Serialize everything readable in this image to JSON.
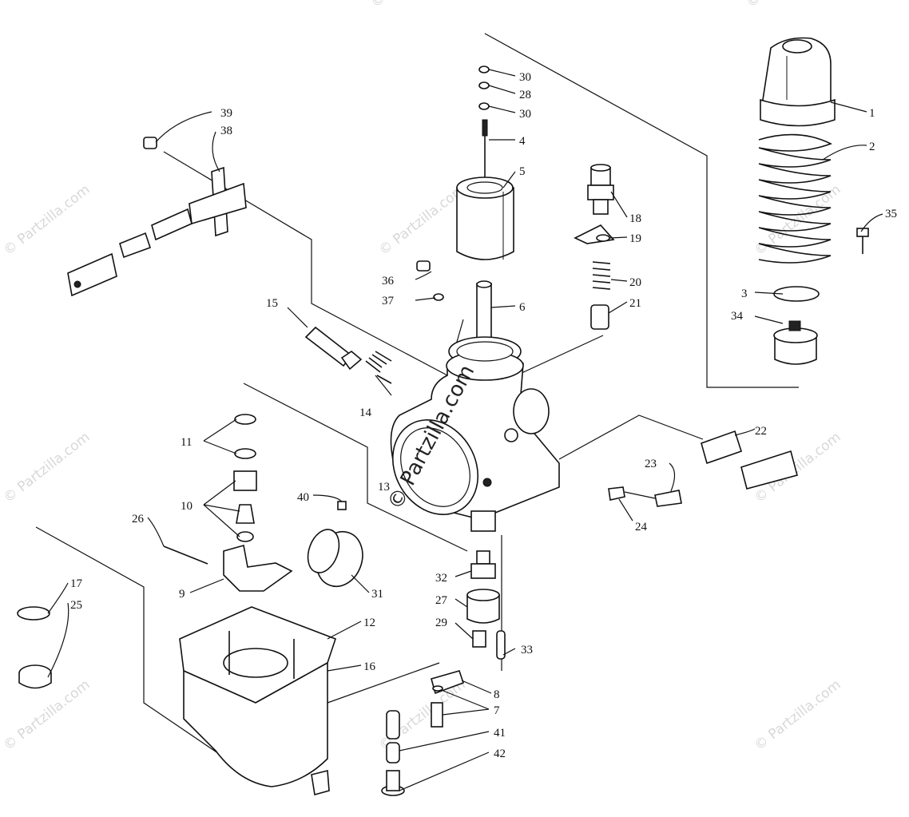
{
  "watermark": {
    "text": "© Partzilla.com",
    "center_text": "© Partzilla.com"
  },
  "callouts": [
    {
      "id": "c1",
      "label": "1"
    },
    {
      "id": "c2",
      "label": "2"
    },
    {
      "id": "c3",
      "label": "3"
    },
    {
      "id": "c4",
      "label": "4"
    },
    {
      "id": "c5",
      "label": "5"
    },
    {
      "id": "c6",
      "label": "6"
    },
    {
      "id": "c7",
      "label": "7"
    },
    {
      "id": "c8",
      "label": "8"
    },
    {
      "id": "c9",
      "label": "9"
    },
    {
      "id": "c10",
      "label": "10"
    },
    {
      "id": "c11",
      "label": "11"
    },
    {
      "id": "c12",
      "label": "12"
    },
    {
      "id": "c13",
      "label": "13"
    },
    {
      "id": "c14",
      "label": "14"
    },
    {
      "id": "c15",
      "label": "15"
    },
    {
      "id": "c16",
      "label": "16"
    },
    {
      "id": "c17",
      "label": "17"
    },
    {
      "id": "c18",
      "label": "18"
    },
    {
      "id": "c19",
      "label": "19"
    },
    {
      "id": "c20",
      "label": "20"
    },
    {
      "id": "c21",
      "label": "21"
    },
    {
      "id": "c22",
      "label": "22"
    },
    {
      "id": "c23",
      "label": "23"
    },
    {
      "id": "c24",
      "label": "24"
    },
    {
      "id": "c25",
      "label": "25"
    },
    {
      "id": "c26",
      "label": "26"
    },
    {
      "id": "c27",
      "label": "27"
    },
    {
      "id": "c28",
      "label": "28"
    },
    {
      "id": "c29",
      "label": "29"
    },
    {
      "id": "c30a",
      "label": "30"
    },
    {
      "id": "c30b",
      "label": "30"
    },
    {
      "id": "c31",
      "label": "31"
    },
    {
      "id": "c32",
      "label": "32"
    },
    {
      "id": "c33",
      "label": "33"
    },
    {
      "id": "c34",
      "label": "34"
    },
    {
      "id": "c35",
      "label": "35"
    },
    {
      "id": "c36",
      "label": "36"
    },
    {
      "id": "c37",
      "label": "37"
    },
    {
      "id": "c38",
      "label": "38"
    },
    {
      "id": "c39",
      "label": "39"
    },
    {
      "id": "c40",
      "label": "40"
    },
    {
      "id": "c41",
      "label": "41"
    },
    {
      "id": "c42",
      "label": "42"
    }
  ]
}
